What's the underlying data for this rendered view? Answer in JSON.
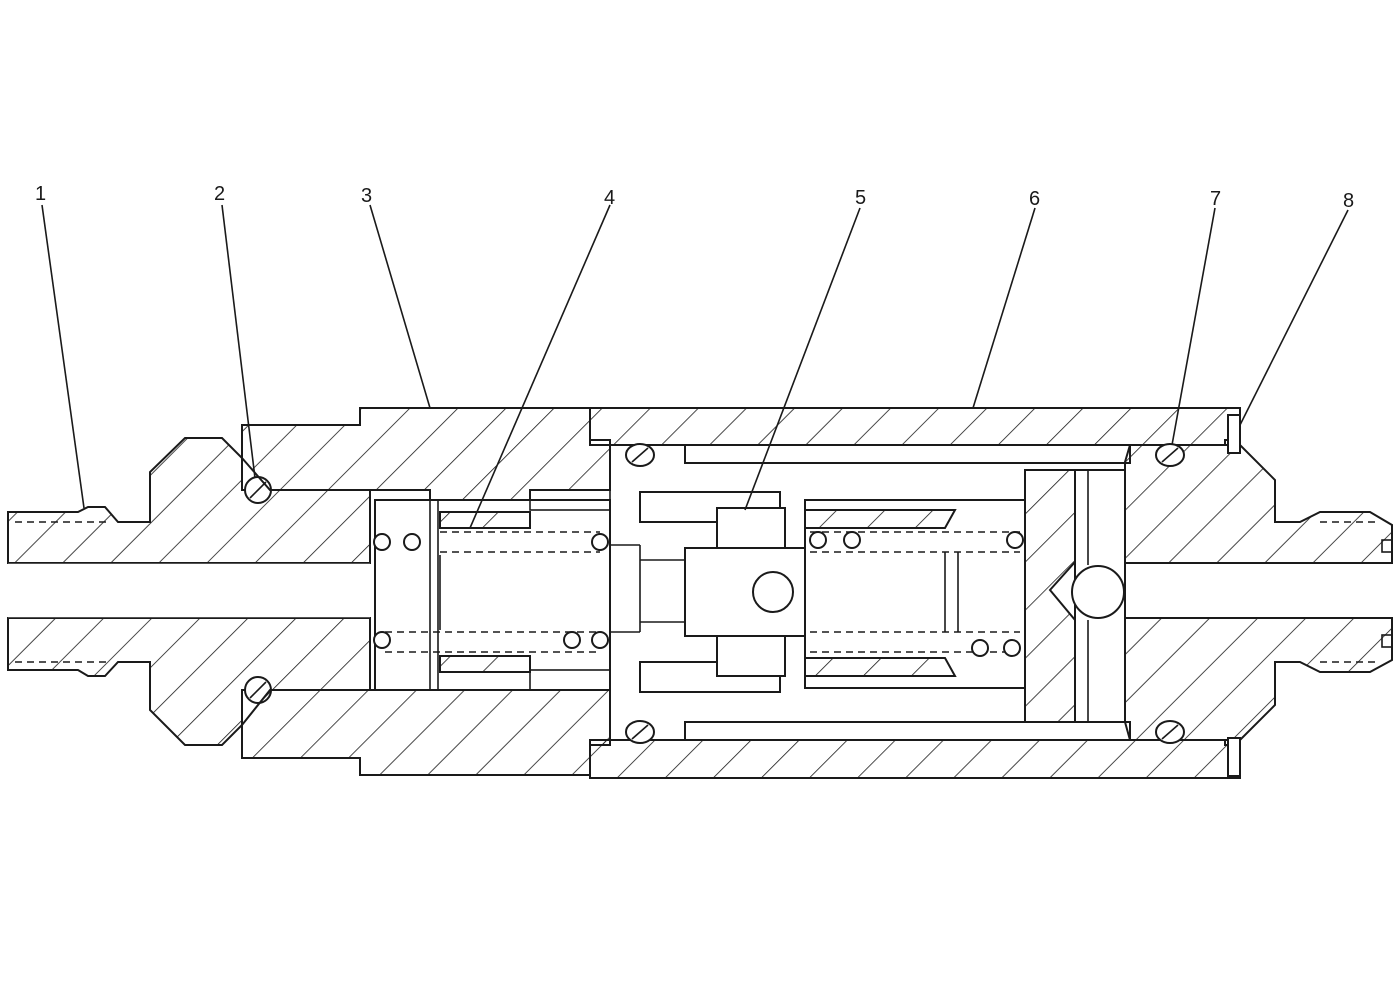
{
  "labels": [
    "1",
    "2",
    "3",
    "4",
    "5",
    "6",
    "7",
    "8"
  ],
  "colors": {
    "line": "#1a1a1a",
    "background": "#ffffff"
  }
}
